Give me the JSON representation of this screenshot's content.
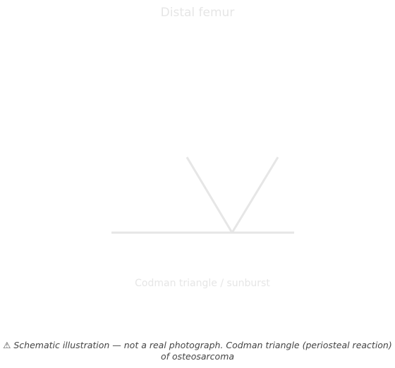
{
  "diagram": {
    "title": "Distal femur",
    "label": "Codman triangle / sunburst",
    "line_color": "#e6e6e6",
    "text_color": "#e6e6e6"
  },
  "caption": {
    "icon": "warning-icon",
    "text": "⚠ Schematic illustration — not a real photograph. Codman triangle (periosteal reaction) of osteosarcoma",
    "color": "#444444"
  }
}
